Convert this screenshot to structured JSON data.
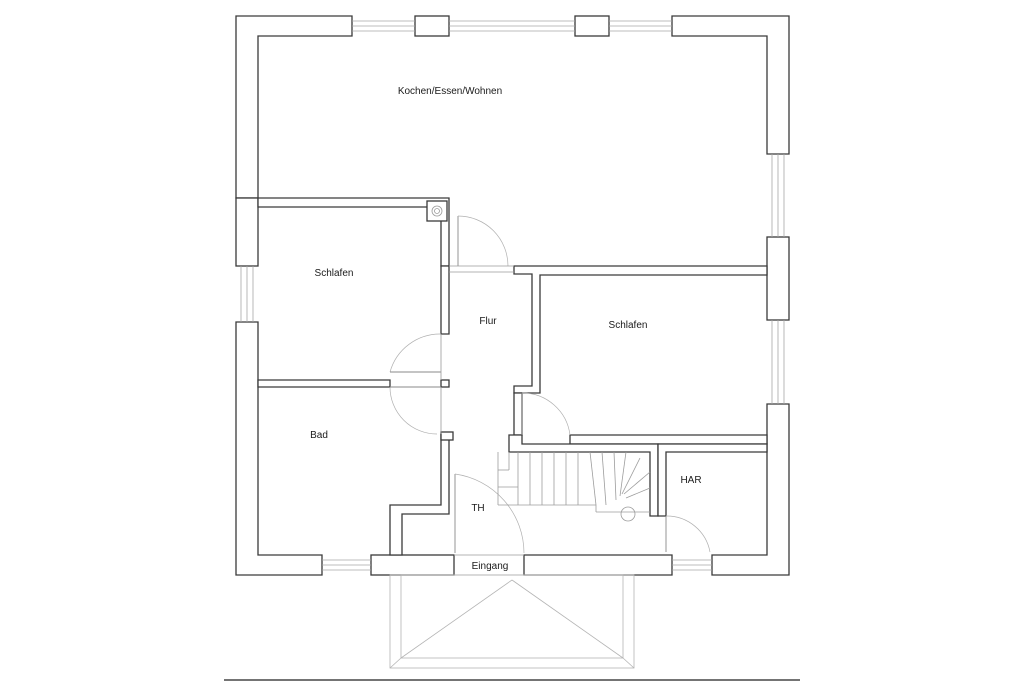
{
  "plan": {
    "rooms": {
      "kochen_essen_wohnen": "Kochen/Essen/Wohnen",
      "schlafen_left": "Schlafen",
      "schlafen_right": "Schlafen",
      "flur": "Flur",
      "bad": "Bad",
      "har": "HAR",
      "th": "TH",
      "eingang": "Eingang"
    },
    "colors": {
      "wall_stroke": "#3a3a3a",
      "fixture_stroke": "#9a9a9a",
      "background": "#ffffff"
    }
  }
}
